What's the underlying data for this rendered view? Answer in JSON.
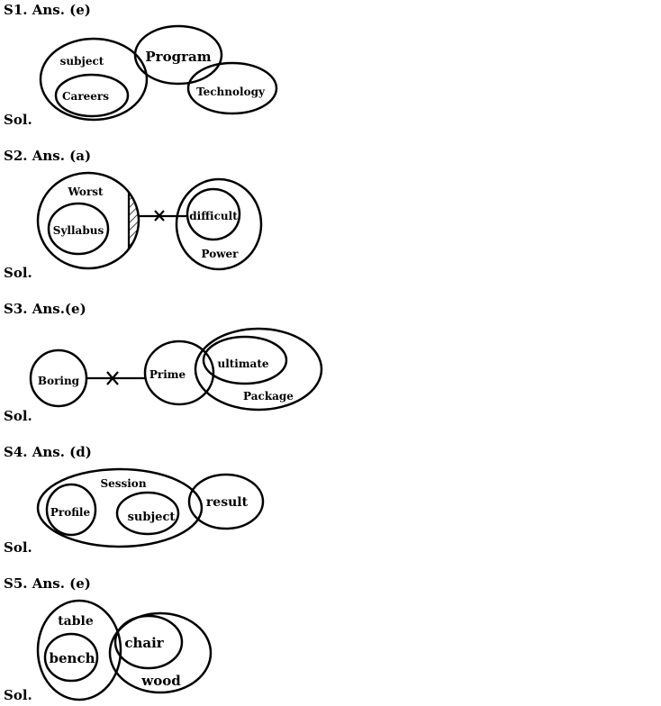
{
  "s1": {
    "header": "S1. Ans. (e)",
    "sol": "Sol.",
    "labels": {
      "subject": "subject",
      "careers": "Careers",
      "program": "Program",
      "technology": "Technology"
    }
  },
  "s2": {
    "header": "S2. Ans. (a)",
    "sol": "Sol.",
    "labels": {
      "worst": "Worst",
      "syllabus": "Syllabus",
      "difficult": "difficult",
      "power": "Power"
    }
  },
  "s3": {
    "header": "S3. Ans.(e)",
    "sol": "Sol.",
    "labels": {
      "boring": "Boring",
      "prime": "Prime",
      "ultimate": "ultimate",
      "package": "Package"
    }
  },
  "s4": {
    "header": "S4. Ans. (d)",
    "sol": "Sol.",
    "labels": {
      "session": "Session",
      "profile": "Profile",
      "subject": "subject",
      "result": "result"
    }
  },
  "s5": {
    "header": "S5. Ans. (e)",
    "sol": "Sol.",
    "labels": {
      "table": "table",
      "bench": "bench",
      "chair": "chair",
      "wood": "wood"
    }
  }
}
